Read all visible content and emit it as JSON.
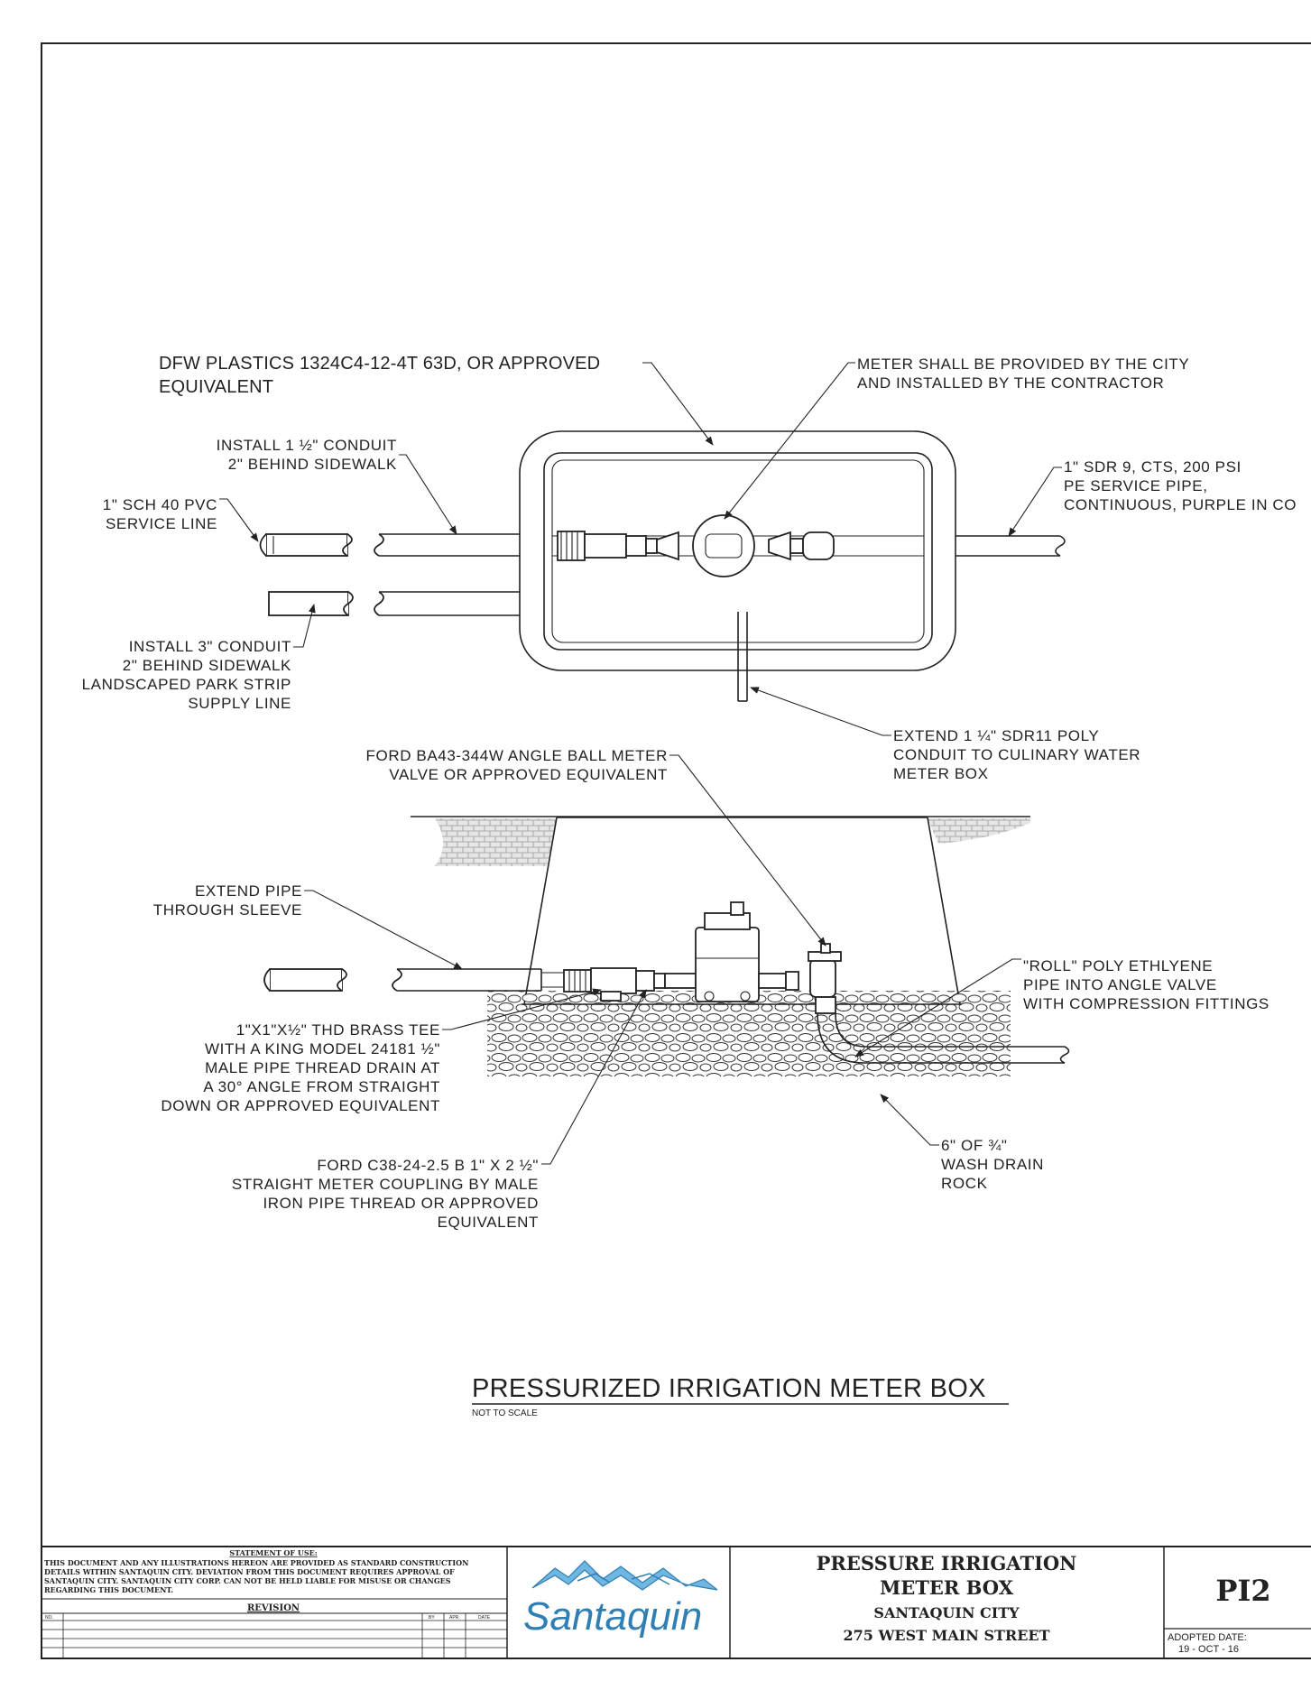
{
  "drawing": {
    "notes": {
      "meter_box_model": [
        "DFW PLASTICS 1324C4-12-4T 63D, OR APPROVED",
        "EQUIVALENT"
      ],
      "meter_provided": [
        "METER SHALL BE PROVIDED BY THE CITY",
        "AND INSTALLED BY THE CONTRACTOR"
      ],
      "conduit_1_5": [
        "INSTALL 1 ½\" CONDUIT",
        "2\" BEHIND SIDEWALK"
      ],
      "pvc_service": [
        "1\" SCH 40 PVC",
        "SERVICE LINE"
      ],
      "sdr9_pipe": [
        "1\" SDR 9, CTS, 200 PSI",
        "PE SERVICE PIPE,",
        "CONTINUOUS, PURPLE IN CO"
      ],
      "conduit_3": [
        "INSTALL 3\" CONDUIT",
        "2\" BEHIND SIDEWALK",
        "LANDSCAPED PARK STRIP",
        "SUPPLY LINE"
      ],
      "extend_sdr11": [
        "EXTEND 1 ¼\" SDR11 POLY",
        "CONDUIT TO CULINARY WATER",
        "METER BOX"
      ],
      "ford_ba43": [
        "FORD BA43-344W ANGLE BALL METER",
        "VALVE OR APPROVED EQUIVALENT"
      ],
      "extend_pipe": [
        "EXTEND PIPE",
        "THROUGH SLEEVE"
      ],
      "roll_poly": [
        "\"ROLL\" POLY ETHLYENE",
        "PIPE INTO ANGLE VALVE",
        "WITH COMPRESSION FITTINGS"
      ],
      "brass_tee": [
        "1\"X1\"X½\" THD BRASS TEE",
        "WITH A KING MODEL 24181 ½\"",
        "MALE PIPE THREAD DRAIN AT",
        "A 30° ANGLE FROM STRAIGHT",
        "DOWN OR APPROVED EQUIVALENT"
      ],
      "drain_rock": [
        "6\" OF ¾\"",
        "WASH DRAIN",
        "ROCK"
      ],
      "ford_c38": [
        "FORD C38-24-2.5 B 1\" X 2 ½\"",
        "STRAIGHT METER COUPLING BY MALE",
        "IRON PIPE THREAD OR APPROVED",
        "EQUIVALENT"
      ]
    },
    "title": "PRESSURIZED IRRIGATION METER BOX",
    "scale_note": "NOT TO SCALE"
  },
  "title_block": {
    "statement_heading": "STATEMENT OF USE:",
    "statement_lines": [
      "THIS DOCUMENT AND ANY ILLUSTRATIONS HEREON ARE PROVIDED AS STANDARD CONSTRUCTION",
      "DETAILS WITHIN SANTAQUIN CITY.  DEVIATION FROM THIS DOCUMENT REQUIRES APPROVAL OF",
      "SANTAQUIN CITY.  SANTAQUIN CITY CORP. CAN NOT BE HELD LIABLE FOR MISUSE OR CHANGES",
      "REGARDING THIS DOCUMENT."
    ],
    "revision_label": "REVISION",
    "revision_cols": [
      "NO.",
      "BY",
      "APR",
      "DATE"
    ],
    "logo_text": "Santaquin",
    "sheet_title_1": "PRESSURE IRRIGATION",
    "sheet_title_2": "METER BOX",
    "city": "SANTAQUIN CITY",
    "address": "275 WEST MAIN STREET",
    "sheet_number": "PI2",
    "adopted_label": "ADOPTED DATE:",
    "adopted_date": "19 - OCT - 16"
  },
  "colors": {
    "line": "#222222",
    "logo_blue": "#2f7fb5",
    "logo_light": "#6fb6e0"
  }
}
